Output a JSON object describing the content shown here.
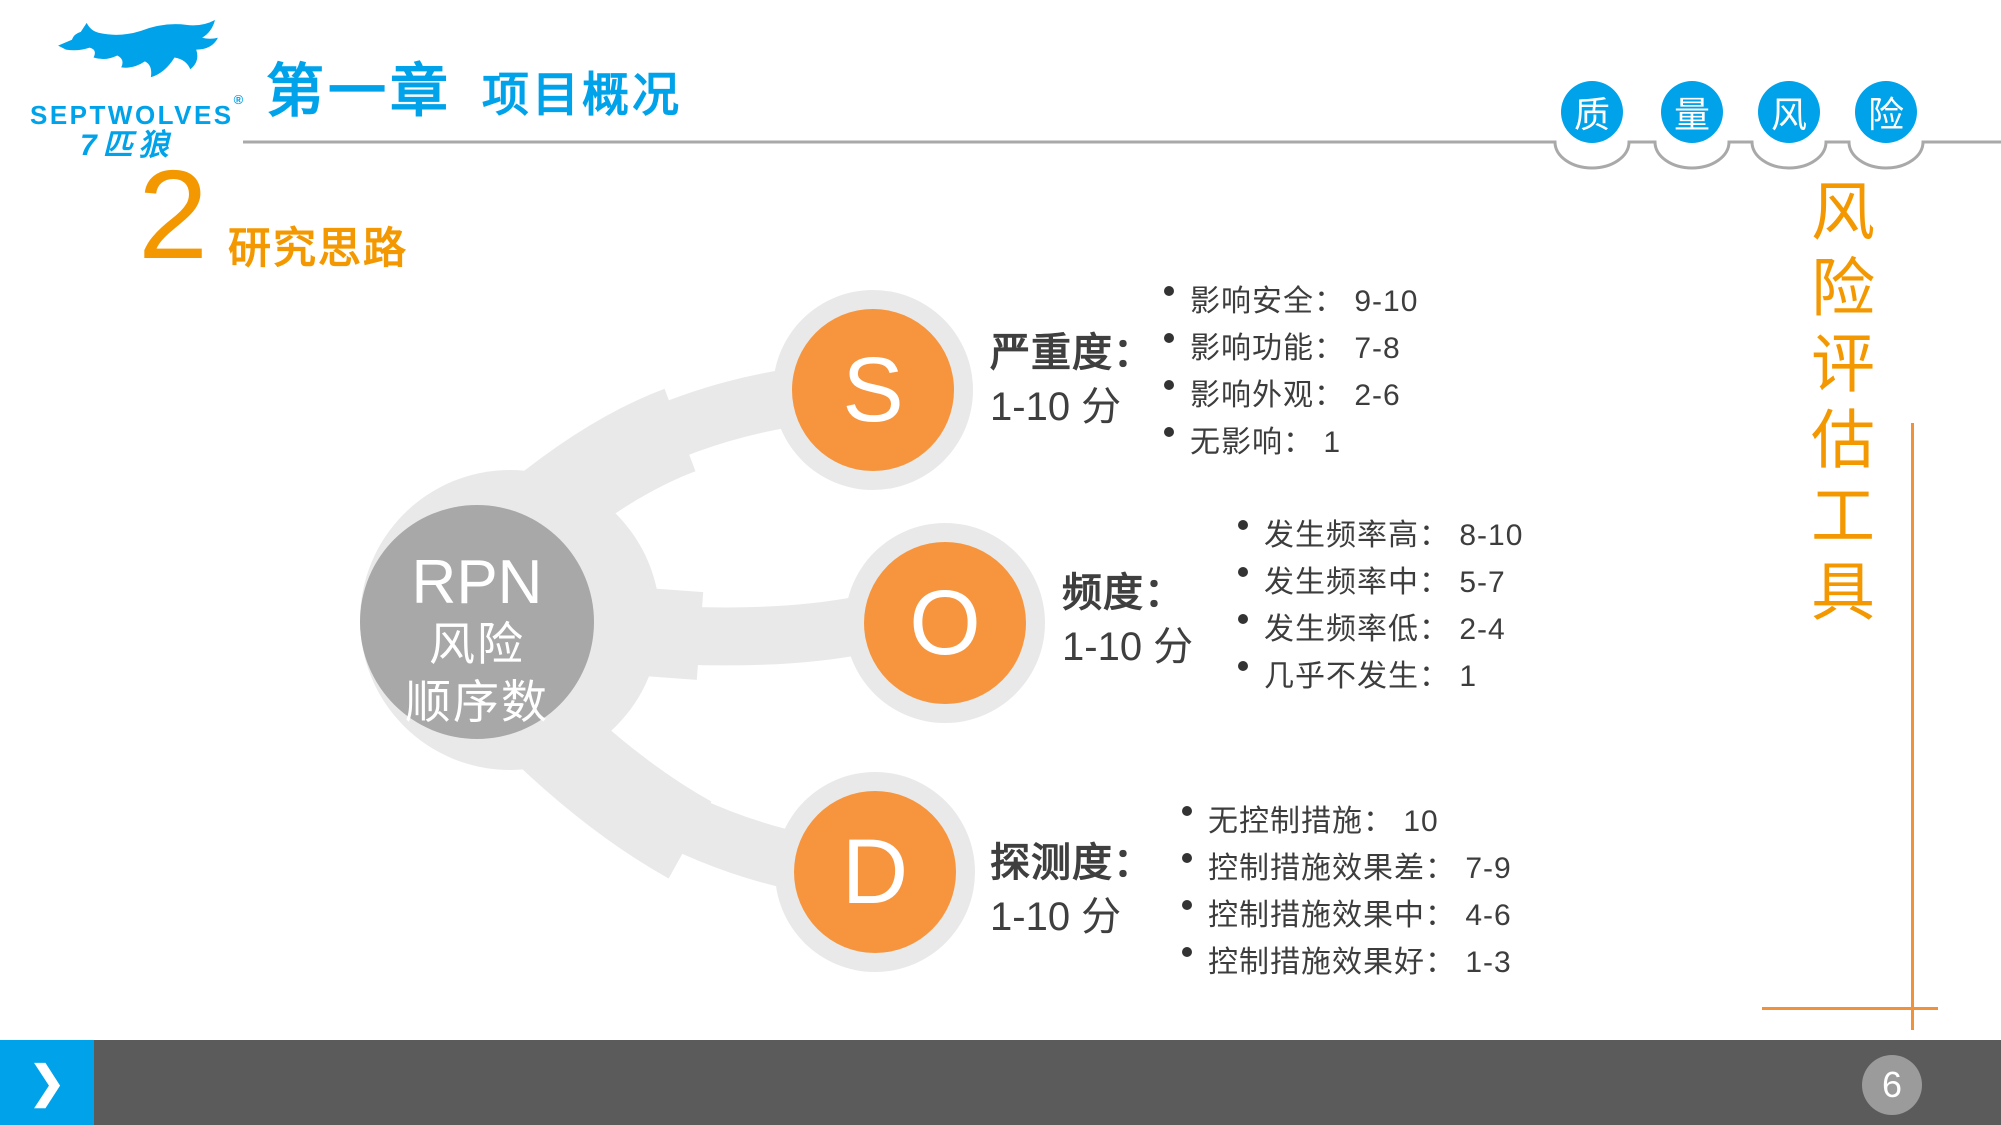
{
  "brand": {
    "logo_text": "SEPTWOLVES",
    "registered_mark": "®",
    "logo_cn": "7匹狼"
  },
  "header": {
    "chapter": "第一章",
    "title": "项目概况"
  },
  "quality_badges": {
    "items": [
      "质",
      "量",
      "风",
      "险"
    ]
  },
  "section": {
    "number": "2",
    "title": "研究思路"
  },
  "sidebar": {
    "vertical_title": "风险评估工具"
  },
  "diagram": {
    "center": {
      "acronym": "RPN",
      "name_line1": "风险",
      "name_line2": "顺序数"
    },
    "branches": [
      {
        "letter": "S",
        "label_line1": "严重度：",
        "label_line2": "1-10 分",
        "items": [
          "影响安全： 9-10",
          "影响功能： 7-8",
          "影响外观： 2-6",
          "无影响： 1"
        ]
      },
      {
        "letter": "O",
        "label_line1": "频度：",
        "label_line2": "1-10 分",
        "items": [
          "发生频率高： 8-10",
          "发生频率中： 5-7",
          "发生频率低： 2-4",
          "几乎不发生： 1"
        ]
      },
      {
        "letter": "D",
        "label_line1": "探测度：",
        "label_line2": "1-10 分",
        "items": [
          "无控制措施： 10",
          "控制措施效果差： 7-9",
          "控制措施效果中： 4-6",
          "控制措施效果好： 1-3"
        ]
      }
    ]
  },
  "footer": {
    "page_number": "6",
    "next_icon": "❯"
  },
  "colors": {
    "brand_blue": "#00A2E9",
    "accent_orange": "#F39800",
    "node_orange": "#F6953D",
    "center_gray": "#A8A8A8",
    "light_gray": "#E9E9E9",
    "text_dark": "#3F3F3F",
    "footer_gray": "#5B5B5B",
    "page_badge_gray": "#9B9B9B",
    "header_line_gray": "#A9A9A9"
  }
}
